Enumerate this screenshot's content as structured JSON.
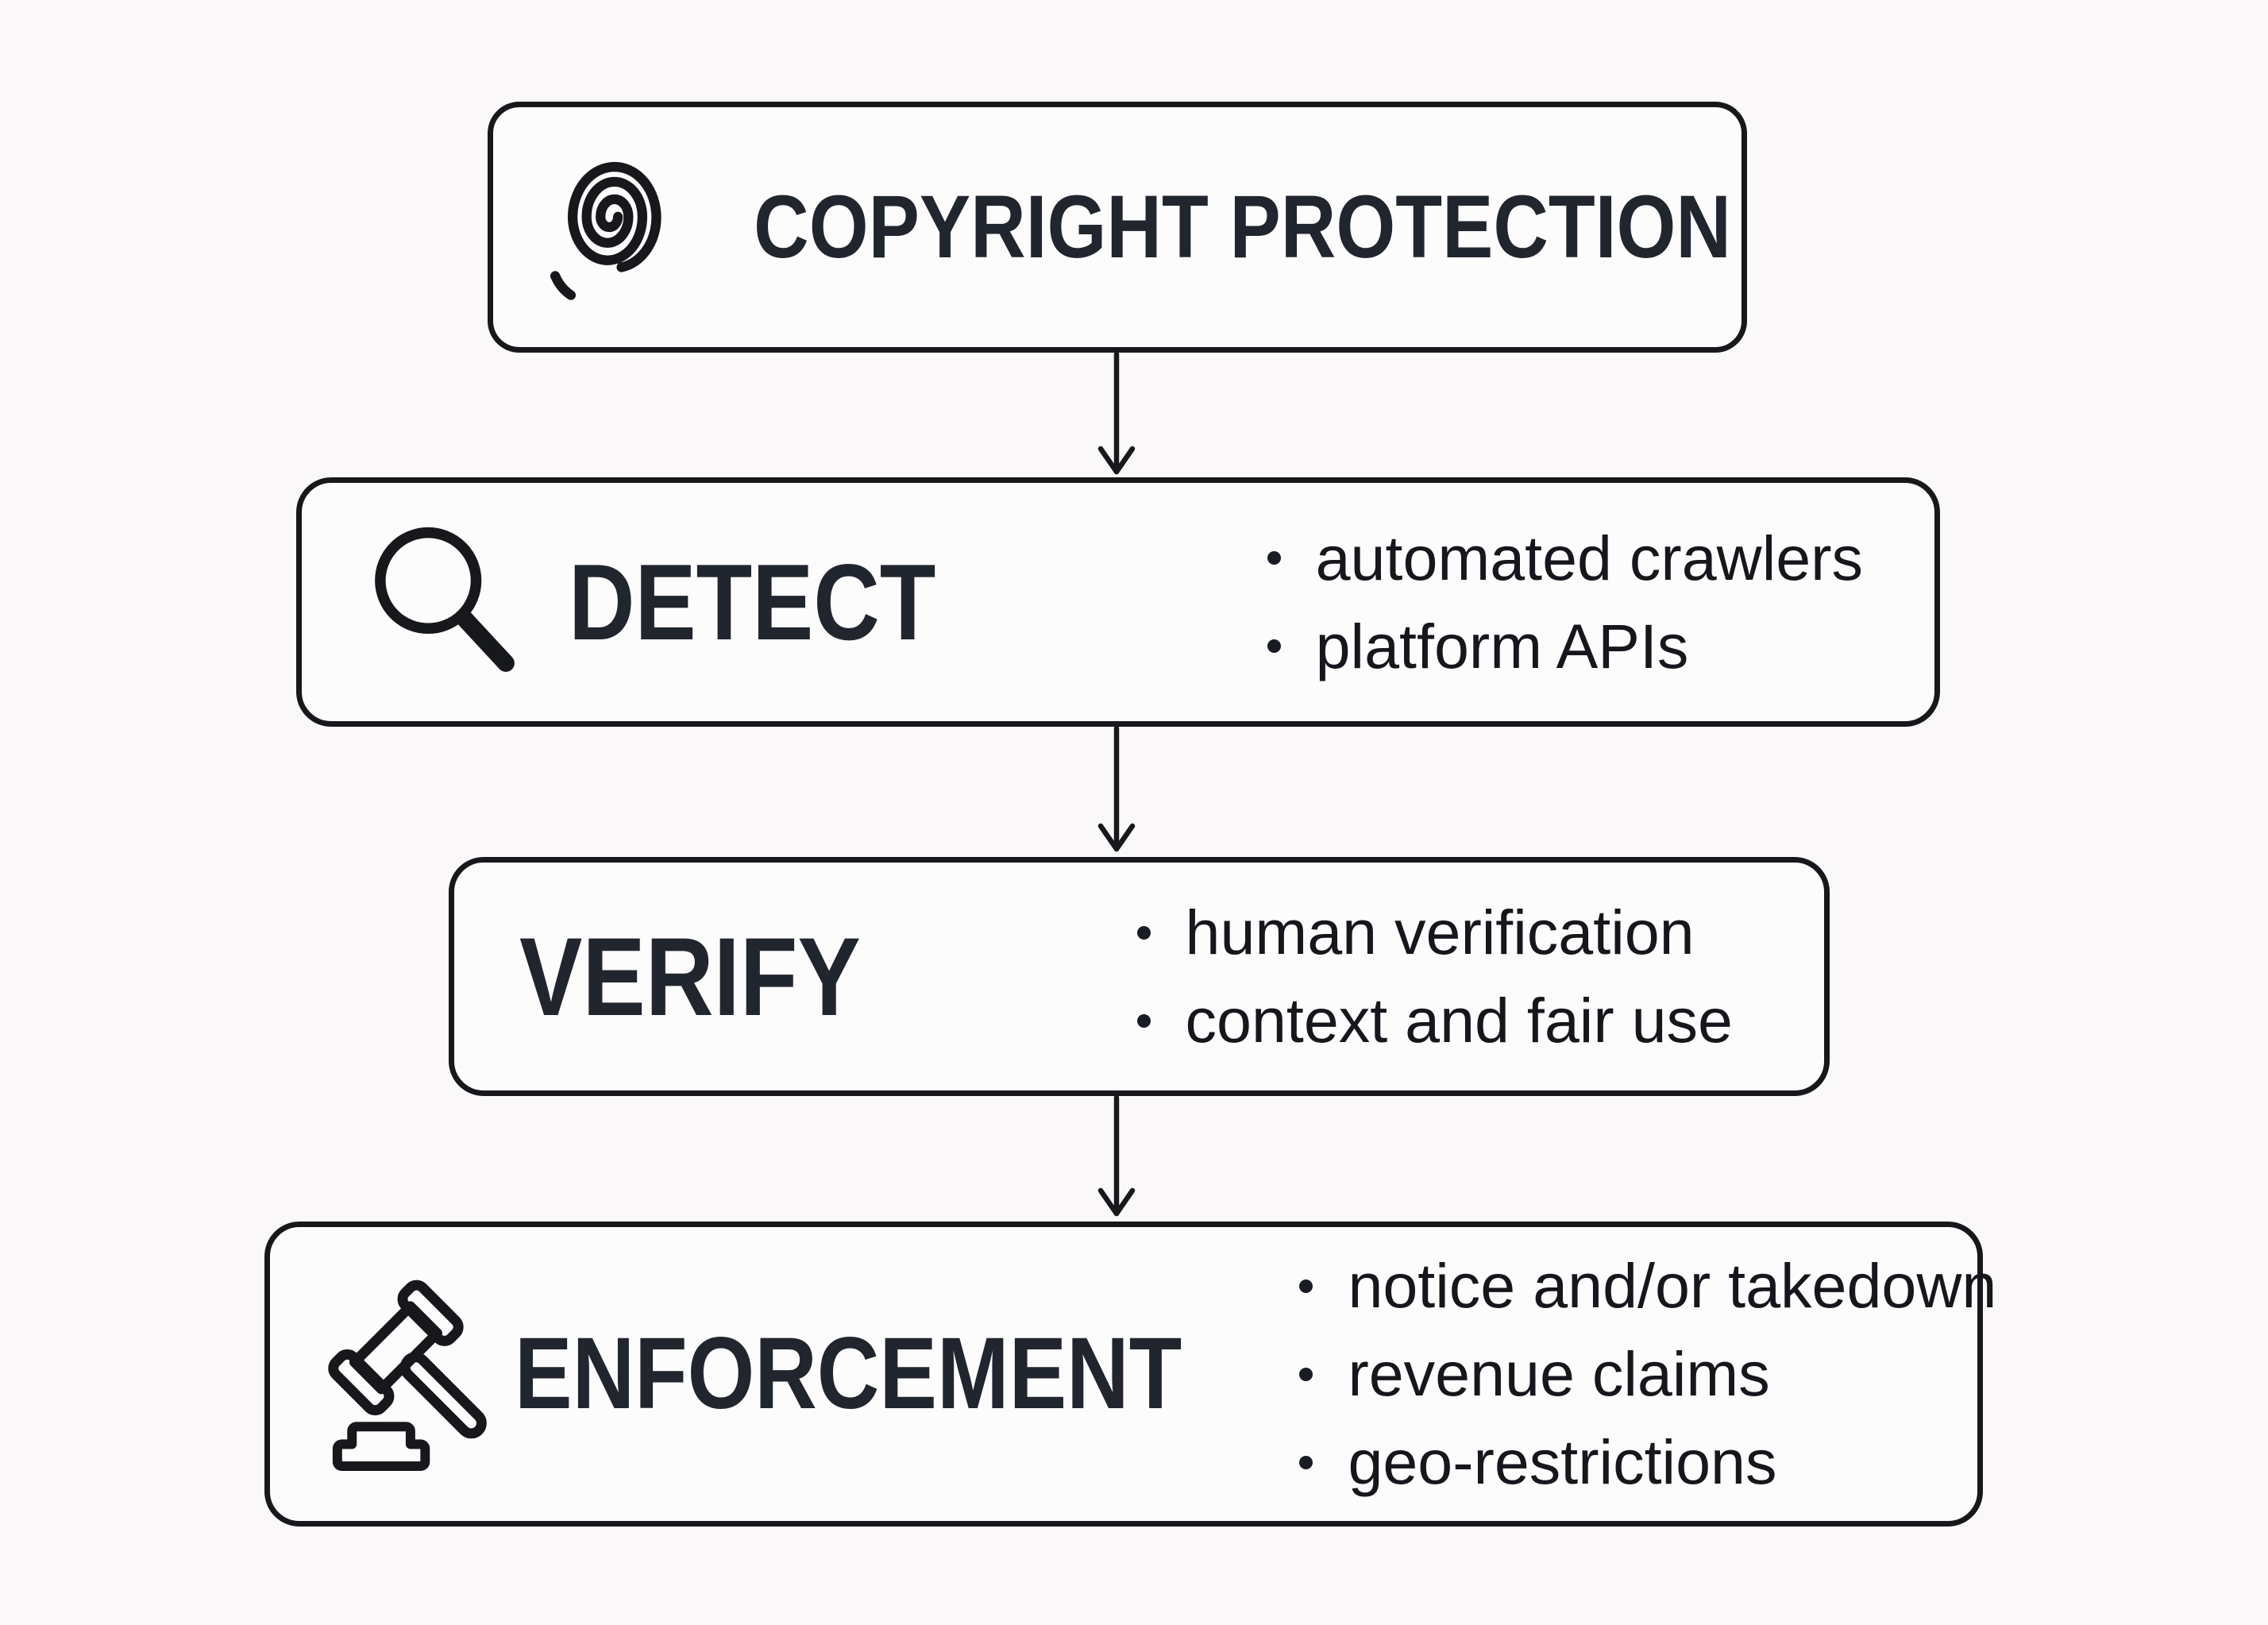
{
  "diagram": {
    "title": "Copyright protection flowchart",
    "colors": {
      "background": "#faf8f9",
      "box_fill": "#fdfcfd",
      "box_border": "#17181b",
      "heading_text": "#21252e",
      "bullet_text": "#15171c"
    },
    "nodes": [
      {
        "id": "copyright-protection",
        "title": "COPYRIGHT PROTECTION",
        "icon": "fingerprint-icon",
        "bullets": []
      },
      {
        "id": "detect",
        "title": "DETECT",
        "icon": "search-icon",
        "bullets": [
          "automated crawlers",
          "platform APIs"
        ]
      },
      {
        "id": "verify",
        "title": "VERIFY",
        "icon": null,
        "bullets": [
          "human verification",
          "context and fair use"
        ]
      },
      {
        "id": "enforcement",
        "title": "ENFORCEMENT",
        "icon": "gavel-icon",
        "bullets": [
          "notice and/or takedown",
          "revenue claims",
          "geo-restrictions"
        ]
      }
    ],
    "connectors": [
      {
        "from": "copyright-protection",
        "to": "detect",
        "style": "arrow-down"
      },
      {
        "from": "detect",
        "to": "verify",
        "style": "arrow-down"
      },
      {
        "from": "verify",
        "to": "enforcement",
        "style": "arrow-down"
      }
    ]
  }
}
